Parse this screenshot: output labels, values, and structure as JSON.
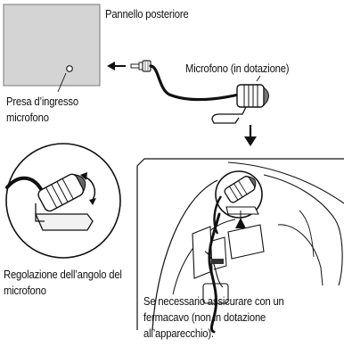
{
  "labels": {
    "rear_panel": "Pannello posteriore",
    "mic_supplied": "Microfono (in dotazione)",
    "mic_input_line1": "Presa d’ingresso",
    "mic_input_line2": "microfono",
    "angle_line1": "Regolazione dell’angolo del",
    "angle_line2": "microfono",
    "note_line1": "Se necessario assicurare con un",
    "note_line2": "fermacavo (non in dotazione",
    "note_line3": "all’apparecchio)."
  },
  "colors": {
    "panel_fill": "#d4d4d4",
    "line": "#1a1a1a",
    "background": "#ffffff"
  },
  "icons": [
    "arrow-left-icon",
    "arrow-down-icon",
    "rotate-arrow-icon",
    "mic-jack-icon"
  ]
}
